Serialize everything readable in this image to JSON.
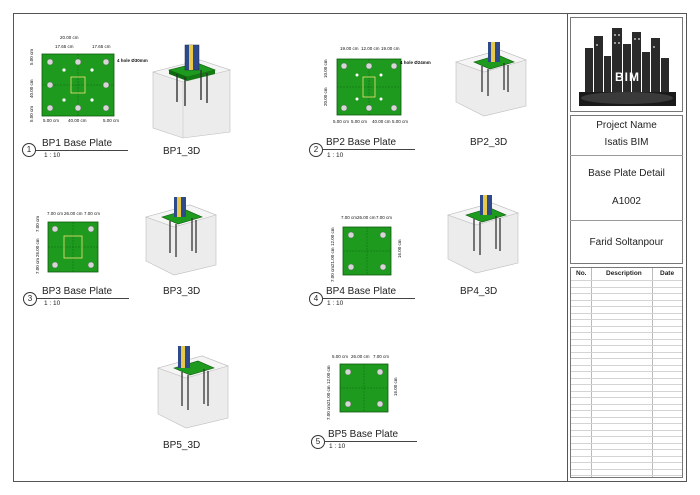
{
  "views": {
    "bp1": {
      "number": "1",
      "title": "BP1 Base Plate",
      "scale": "1 : 10",
      "dims": [
        "20.00 cm",
        "17.65 cm",
        "17.65 cm",
        "5.00 cm",
        "40.00 cm",
        "5.00 cm",
        "5.00 cm",
        "40.00 cm",
        "5.00 cm"
      ],
      "note": "4 hole Ø30mm"
    },
    "bp1_3d": {
      "title": "BP1_3D"
    },
    "bp2": {
      "number": "2",
      "title": "BP2 Base Plate",
      "scale": "1 : 10",
      "dims": [
        "19.00 cm",
        "12.00 cm",
        "19.00 cm",
        "10.00 cm",
        "20.00 cm",
        "5.00 cm",
        "5.00 cm",
        "40.00 cm",
        "5.00 cm"
      ],
      "note": "4 hole Ø24mm"
    },
    "bp2_3d": {
      "title": "BP2_3D"
    },
    "bp3": {
      "number": "3",
      "title": "BP3 Base Plate",
      "scale": "1 : 10",
      "dims": [
        "7.00 cm",
        "26.00 cm",
        "7.00 cm",
        "7.00 cm",
        "26.00 cm",
        "7.00 cm"
      ]
    },
    "bp3_3d": {
      "title": "BP3_3D"
    },
    "bp4": {
      "number": "4",
      "title": "BP4 Base Plate",
      "scale": "1 : 10",
      "dims": [
        "7.00 cm",
        "26.00 cm",
        "7.00 cm",
        "12.00 cm",
        "21.00 cm",
        "7.00 cm",
        "16.00 cm"
      ]
    },
    "bp4_3d": {
      "title": "BP4_3D"
    },
    "bp5_3d": {
      "title": "BP5_3D"
    },
    "bp5": {
      "number": "5",
      "title": "BP5 Base Plate",
      "scale": "1 : 10",
      "dims": [
        "5.00 cm",
        "26.00 cm",
        "7.00 cm",
        "12.00 cm",
        "21.00 cm",
        "7.00 cm",
        "16.00 cm"
      ]
    }
  },
  "title_block": {
    "logo_text": "BIM",
    "project_label": "Project Name",
    "project_name": "Isatis BIM",
    "sheet_name": "Base Plate Detail",
    "sheet_number": "A1002",
    "author": "Farid Soltanpour"
  },
  "revisions": {
    "col_no": "No.",
    "col_description": "Description",
    "col_date": "Date"
  },
  "colors": {
    "plate": "#1e9a1e",
    "plate_dark": "#0d6a0d",
    "concrete": "#d8d8d8",
    "steel": "#2f4a8a",
    "anchor": "#333333"
  }
}
